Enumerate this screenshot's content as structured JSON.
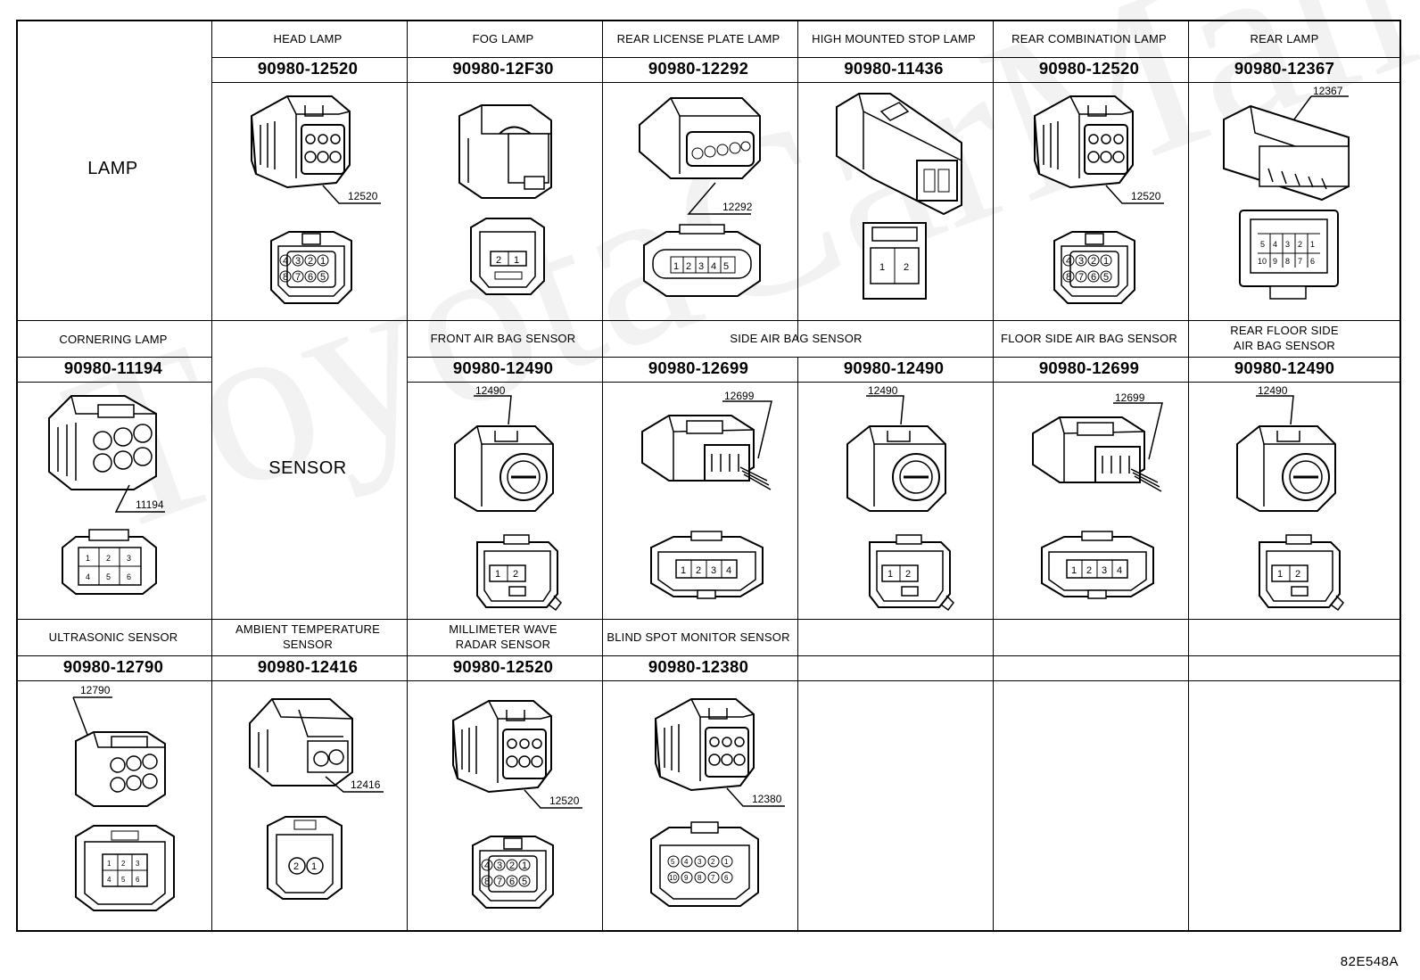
{
  "figure_id": "82E548A",
  "rows": [
    {
      "category": "LAMP",
      "cells": [
        {
          "title": "HEAD LAMP",
          "part_number": "90980-12520",
          "tag": "12520",
          "pins": [
            "4",
            "3",
            "2",
            "1",
            "8",
            "7",
            "6",
            "5"
          ]
        },
        {
          "title": "FOG LAMP",
          "part_number": "90980-12F30",
          "tag": "",
          "pins": [
            "2",
            "1"
          ]
        },
        {
          "title": "REAR LICENSE PLATE LAMP",
          "part_number": "90980-12292",
          "tag": "12292",
          "pins": [
            "1",
            "2",
            "3",
            "4",
            "5"
          ]
        },
        {
          "title": "HIGH MOUNTED STOP LAMP",
          "part_number": "90980-11436",
          "tag": "",
          "pins": [
            "1",
            "2"
          ]
        },
        {
          "title": "REAR COMBINATION LAMP",
          "part_number": "90980-12520",
          "tag": "12520",
          "pins": [
            "4",
            "3",
            "2",
            "1",
            "8",
            "7",
            "6",
            "5"
          ]
        },
        {
          "title": "REAR LAMP",
          "part_number": "90980-12367",
          "tag": "12367",
          "pins": [
            "5",
            "4",
            "3",
            "2",
            "1",
            "10",
            "9",
            "8",
            "7",
            "6"
          ]
        }
      ]
    },
    {
      "category": "SENSOR",
      "first_cell": {
        "title": "CORNERING LAMP",
        "part_number": "90980-11194",
        "tag": "11194",
        "pins": [
          "1",
          "2",
          "3",
          "4",
          "5",
          "6"
        ]
      },
      "side_air_bag_title": "SIDE AIR BAG SENSOR",
      "cells": [
        {
          "title": "FRONT AIR BAG SENSOR",
          "part_number": "90980-12490",
          "tag": "12490",
          "pins": [
            "1",
            "2"
          ]
        },
        {
          "title": "",
          "part_number": "90980-12699",
          "tag": "12699",
          "pins": [
            "1",
            "2",
            "3",
            "4"
          ]
        },
        {
          "title": "",
          "part_number": "90980-12490",
          "tag": "12490",
          "pins": [
            "1",
            "2"
          ]
        },
        {
          "title": "FLOOR SIDE AIR BAG SENSOR",
          "part_number": "90980-12699",
          "tag": "12699",
          "pins": [
            "1",
            "2",
            "3",
            "4"
          ]
        },
        {
          "title_line1": "REAR FLOOR SIDE",
          "title_line2": "AIR BAG SENSOR",
          "part_number": "90980-12490",
          "tag": "12490",
          "pins": [
            "1",
            "2"
          ]
        }
      ]
    },
    {
      "cells": [
        {
          "title": "ULTRASONIC SENSOR",
          "part_number": "90980-12790",
          "tag": "12790",
          "pins": [
            "1",
            "2",
            "3",
            "4",
            "5",
            "6"
          ]
        },
        {
          "title_line1": "AMBIENT TEMPERATURE",
          "title_line2": "SENSOR",
          "part_number": "90980-12416",
          "tag": "12416",
          "pins": [
            "2",
            "1"
          ]
        },
        {
          "title_line1": "MILLIMETER WAVE",
          "title_line2": "RADAR SENSOR",
          "part_number": "90980-12520",
          "tag": "12520",
          "pins": [
            "4",
            "3",
            "2",
            "1",
            "8",
            "7",
            "6",
            "5"
          ]
        },
        {
          "title": "BLIND SPOT MONITOR SENSOR",
          "part_number": "90980-12380",
          "tag": "12380",
          "pins": [
            "5",
            "4",
            "3",
            "2",
            "1",
            "10",
            "9",
            "8",
            "7",
            "6"
          ]
        }
      ]
    }
  ]
}
